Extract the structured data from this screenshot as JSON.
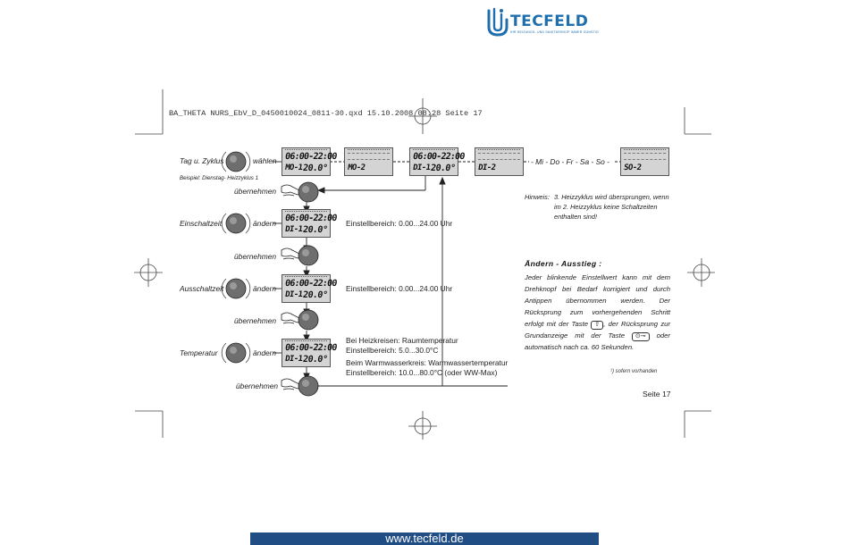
{
  "brand": {
    "name": "TECFELD",
    "tagline": "IHR HEIZUNGS- UND SANITÄRSHOP IMMER GÜNSTIG",
    "icon": "tecfeld-logo-icon"
  },
  "file_line": "BA_THETA NURS_EbV_D_0450010024_0811-30.qxd  15.10.2008  08:28  Seite 17",
  "steps": {
    "tag_label": "Tag u. Zyklus",
    "waehlen": "wählen",
    "beispiel": "Beispiel: Dienstag- Heizzyklus 1",
    "uebernehmen": "übernehmen",
    "einschaltzeit": "Einschaltzeit",
    "aendern": "ändern",
    "einschalt_range": "Einstellbereich:  0.00...24.00 Uhr",
    "ausschaltzeit": "Ausschaltzeit",
    "ausschalt_range": "Einstellbereich:  0.00...24.00 Uhr",
    "temperatur": "Temperatur",
    "temp_heiz_title": "Bei Heizkreisen: Raumtemperatur",
    "temp_heiz_range": "Einstellbereich: 5.0...30.0°C",
    "temp_ww_title": "Beim Warmwasserkreis: Warmwassertemperatur",
    "temp_ww_range": "Einstellbereich: 10.0...80.0°C (oder WW-Max)"
  },
  "lcds": {
    "d1": {
      "top": "06:00-22:00",
      "left": "MO-1",
      "right": "20.0°"
    },
    "d2": {
      "left": "MO-2"
    },
    "d3": {
      "top": "06:00-22:00",
      "left": "DI-1",
      "right": "20.0°"
    },
    "d4": {
      "left": "DI-2"
    },
    "d5": {
      "left": "SO-2"
    },
    "e1": {
      "top": "06:00-22:00",
      "left": "DI-1",
      "right": "20.0°"
    },
    "e2": {
      "top": "06:00-22:00",
      "left": "DI-1",
      "right": "20.0°"
    },
    "e3": {
      "top": "06:00-22:00",
      "left": "DI-1",
      "right": "20.0°"
    }
  },
  "days_sequence": "- Mi - Do - Fr - Sa - So -",
  "hint": {
    "key": "Hinweis:",
    "body": "3. Heizzyklus wird übersprungen, wenn im 2. Heizzyklus keine Schaltzeiten enthalten sind!"
  },
  "section": {
    "heading": "Ändern - Ausstieg :",
    "para_a": "Jeder blinkende Einstellwert kann mit dem Drehknopf bei Bedarf korrigiert und durch Antippen übernommen werden. Der Rücksprung zum vorhergehenden Schritt erfolgt mit der Taste",
    "para_b": ", der Rücksprung zur Grundanzeige mit der Taste",
    "para_c": "oder automatisch nach ca. 60 Sekunden."
  },
  "footnote": "¹) sofern vorhanden",
  "page_number": "Seite 17",
  "footer_url": "www.tecfeld.de",
  "colors": {
    "brand_blue": "#1f6fae",
    "footer_bg": "#1f4d84",
    "lcd_bg": "#d4d4d4"
  }
}
